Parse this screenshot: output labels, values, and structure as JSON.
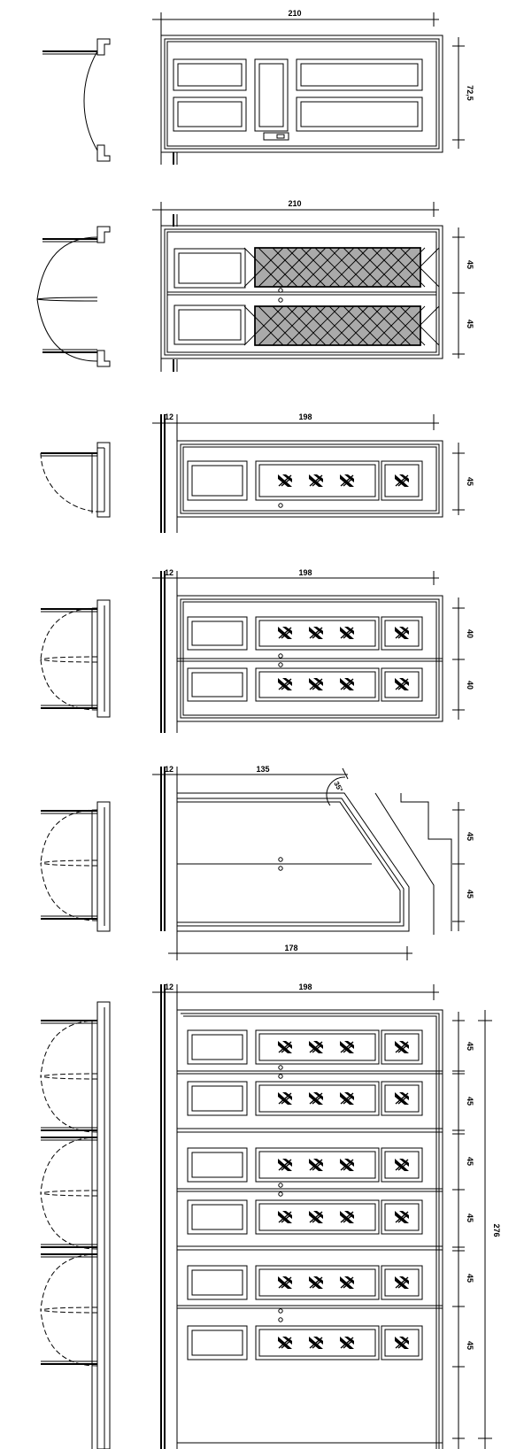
{
  "drawing": {
    "stroke_color": "#000000",
    "background_color": "#ffffff",
    "elements": [
      {
        "id": "d1",
        "top_dim": "210",
        "side_dims": [
          "72,5"
        ]
      },
      {
        "id": "d2",
        "top_dim": "210",
        "side_dims": [
          "45",
          "45"
        ]
      },
      {
        "id": "d3",
        "left_dim": "12",
        "top_dim": "198",
        "side_dims": [
          "45"
        ]
      },
      {
        "id": "d4",
        "left_dim": "12",
        "top_dim": "198",
        "side_dims": [
          "40",
          "40"
        ]
      },
      {
        "id": "d5",
        "left_dim": "12",
        "top_dim": "135",
        "bottom_dim": "178",
        "angle_dim": "35°",
        "side_dims": [
          "45",
          "45"
        ]
      },
      {
        "id": "d6",
        "left_dim": "12",
        "top_dim": "198",
        "side_dims": [
          "45",
          "45",
          "45",
          "45",
          "45",
          "45"
        ],
        "total_dim": "276"
      }
    ]
  }
}
